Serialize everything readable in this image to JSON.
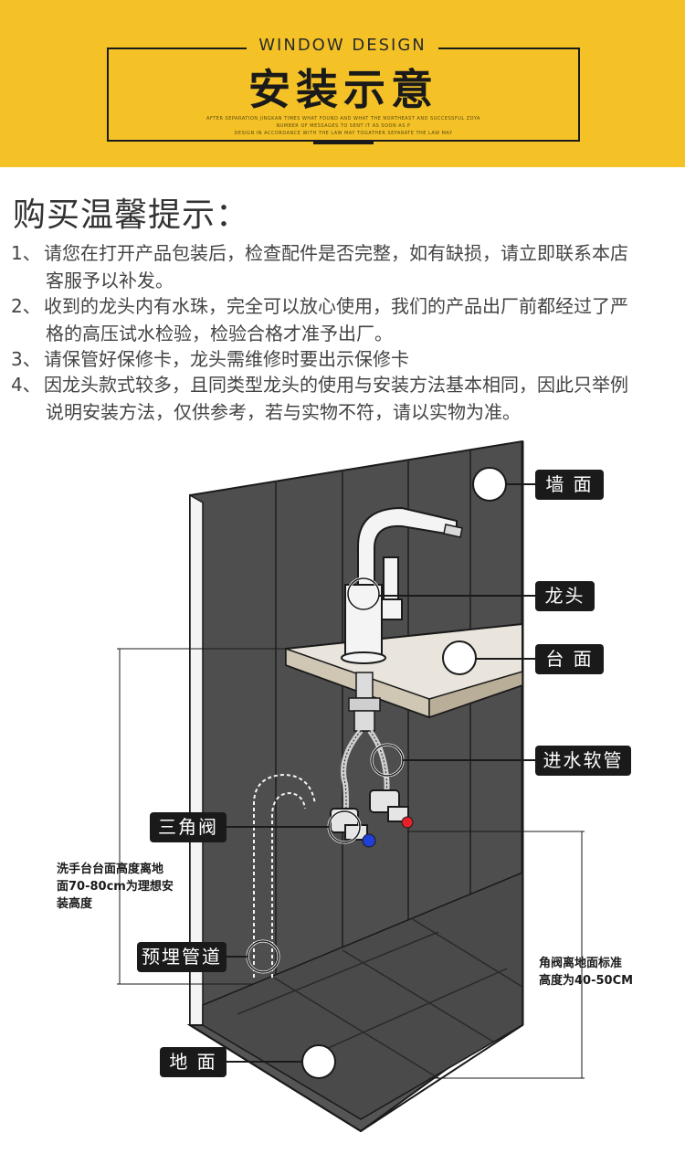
{
  "header": {
    "en_title": "WINDOW DESIGN",
    "zh_title": "安装示意",
    "small_lines": [
      "AFTER SEPARATION JINGKAN TIMES WHAT FOUND AND WHAT THE NORTHEAST AND SUCCESSFUL ZOYA",
      "NUMBER OF MESSAGES TO SENT IT AS SOON AS P",
      "DESIGN IN ACCORDANCE WITH THE LAW MAY TOGATHER SEPARATE THE LAW MAY"
    ]
  },
  "tips": {
    "title": "购买温馨提示：",
    "items": [
      {
        "num": "1、",
        "line1": "请您在打开产品包装后，检查配件是否完整，如有缺损，请立即联系本店",
        "line2": "客服予以补发。"
      },
      {
        "num": "2、",
        "line1": "收到的龙头内有水珠，完全可以放心使用，我们的产品出厂前都经过了严",
        "line2": "格的高压试水检验，检验合格才准予出厂。"
      },
      {
        "num": "3、",
        "line1": "请保管好保修卡，龙头需维修时要出示保修卡",
        "line2": ""
      },
      {
        "num": "4、",
        "line1": "因龙头款式较多，且同类型龙头的使用与安装方法基本相同，因此只举例",
        "line2": "说明安装方法，仅供参考，若与实物不符，请以实物为准。"
      }
    ]
  },
  "diagram": {
    "labels": {
      "wall": "墙 面",
      "faucet": "龙头",
      "counter": "台 面",
      "hose": "进水软管",
      "angle_valve": "三角阀",
      "embedded_pipe": "预埋管道",
      "floor": "地 面"
    },
    "notes": {
      "basin_height": [
        "洗手台台面高度离地",
        "面70-80cm为理想安",
        "装高度"
      ],
      "valve_height": [
        "角阀离地面标准",
        "高度为40-50CM"
      ]
    },
    "colors": {
      "hot": "#e8202a",
      "cold": "#1f3fd6",
      "label_bg": "#1a1a1a"
    }
  }
}
